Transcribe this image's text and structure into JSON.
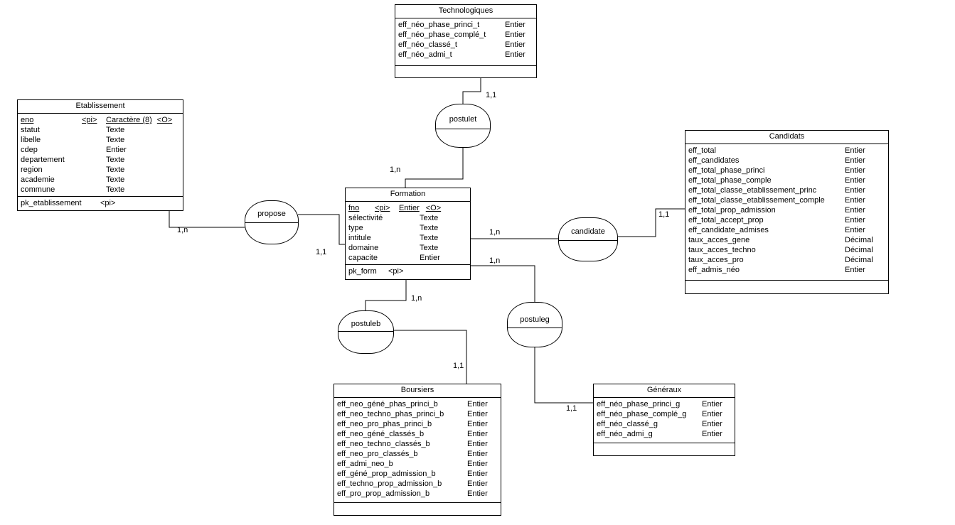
{
  "entities": {
    "technologiques": {
      "title": "Technologiques",
      "attributes": [
        {
          "name": "eff_néo_phase_princi_t",
          "type": "Entier"
        },
        {
          "name": "eff_néo_phase_complé_t",
          "type": "Entier"
        },
        {
          "name": "eff_néo_classé_t",
          "type": "Entier"
        },
        {
          "name": "eff_néo_admi_t",
          "type": "Entier"
        }
      ]
    },
    "etablissement": {
      "title": "Etablissement",
      "attributes": [
        {
          "name": "eno",
          "pi": "<pi>",
          "type": "Caractère (8)",
          "opt": "<O>"
        },
        {
          "name": "statut",
          "type": "Texte"
        },
        {
          "name": "libelle",
          "type": "Texte"
        },
        {
          "name": "cdep",
          "type": "Entier"
        },
        {
          "name": "departement",
          "type": "Texte"
        },
        {
          "name": "region",
          "type": "Texte"
        },
        {
          "name": "academie",
          "type": "Texte"
        },
        {
          "name": "commune",
          "type": "Texte"
        }
      ],
      "identifier": "pk_etablissement",
      "identifier_tag": "<pi>"
    },
    "formation": {
      "title": "Formation",
      "attributes": [
        {
          "name": "fno",
          "pi": "<pi>",
          "type": "Entier",
          "opt": "<O>"
        },
        {
          "name": "sélectivité",
          "type": "Texte"
        },
        {
          "name": "type",
          "type": "Texte"
        },
        {
          "name": "intitule",
          "type": "Texte"
        },
        {
          "name": "domaine",
          "type": "Texte"
        },
        {
          "name": "capacite",
          "type": "Entier"
        }
      ],
      "identifier": "pk_form",
      "identifier_tag": "<pi>"
    },
    "candidats": {
      "title": "Candidats",
      "attributes": [
        {
          "name": "eff_total",
          "type": "Entier"
        },
        {
          "name": "eff_candidates",
          "type": "Entier"
        },
        {
          "name": "eff_total_phase_princi",
          "type": "Entier"
        },
        {
          "name": "eff_total_phase_comple",
          "type": "Entier"
        },
        {
          "name": "eff_total_classe_etablissement_princ",
          "type": "Entier"
        },
        {
          "name": "eff_total_classe_etablissement_comple",
          "type": "Entier"
        },
        {
          "name": "eff_total_prop_admission",
          "type": "Entier"
        },
        {
          "name": "eff_total_accept_prop",
          "type": "Entier"
        },
        {
          "name": "eff_candidate_admises",
          "type": "Entier"
        },
        {
          "name": "taux_acces_gene",
          "type": "Décimal"
        },
        {
          "name": "taux_acces_techno",
          "type": "Décimal"
        },
        {
          "name": "taux_acces_pro",
          "type": "Décimal"
        },
        {
          "name": "eff_admis_néo",
          "type": "Entier"
        }
      ]
    },
    "boursiers": {
      "title": "Boursiers",
      "attributes": [
        {
          "name": "eff_neo_géné_phas_princi_b",
          "type": "Entier"
        },
        {
          "name": "eff_neo_techno_phas_princi_b",
          "type": "Entier"
        },
        {
          "name": "eff_neo_pro_phas_princi_b",
          "type": "Entier"
        },
        {
          "name": "eff_neo_géné_classés_b",
          "type": "Entier"
        },
        {
          "name": "eff_neo_techno_classés_b",
          "type": "Entier"
        },
        {
          "name": "eff_neo_pro_classés_b",
          "type": "Entier"
        },
        {
          "name": "eff_admi_neo_b",
          "type": "Entier"
        },
        {
          "name": "eff_géné_prop_admission_b",
          "type": "Entier"
        },
        {
          "name": "eff_techno_prop_admission_b",
          "type": "Entier"
        },
        {
          "name": "eff_pro_prop_admission_b",
          "type": "Entier"
        }
      ]
    },
    "generaux": {
      "title": "Généraux",
      "attributes": [
        {
          "name": "eff_néo_phase_princi_g",
          "type": "Entier"
        },
        {
          "name": "eff_néo_phase_complé_g",
          "type": "Entier"
        },
        {
          "name": "eff_néo_classé_g",
          "type": "Entier"
        },
        {
          "name": "eff_néo_admi_g",
          "type": "Entier"
        }
      ]
    }
  },
  "associations": {
    "postulet": "postulet",
    "propose": "propose",
    "candidate": "candidate",
    "postuleb": "postuleb",
    "postuleg": "postuleg"
  },
  "cardinalities": {
    "technologiques_postulet": "1,1",
    "formation_postulet": "1,n",
    "etablissement_propose": "1,n",
    "formation_propose": "1,1",
    "formation_candidate": "1,n",
    "candidats_candidate": "1,1",
    "formation_postuleg": "1,n",
    "formation_postuleb": "1,n",
    "boursiers_postuleb": "1,1",
    "generaux_postuleg": "1,1"
  }
}
